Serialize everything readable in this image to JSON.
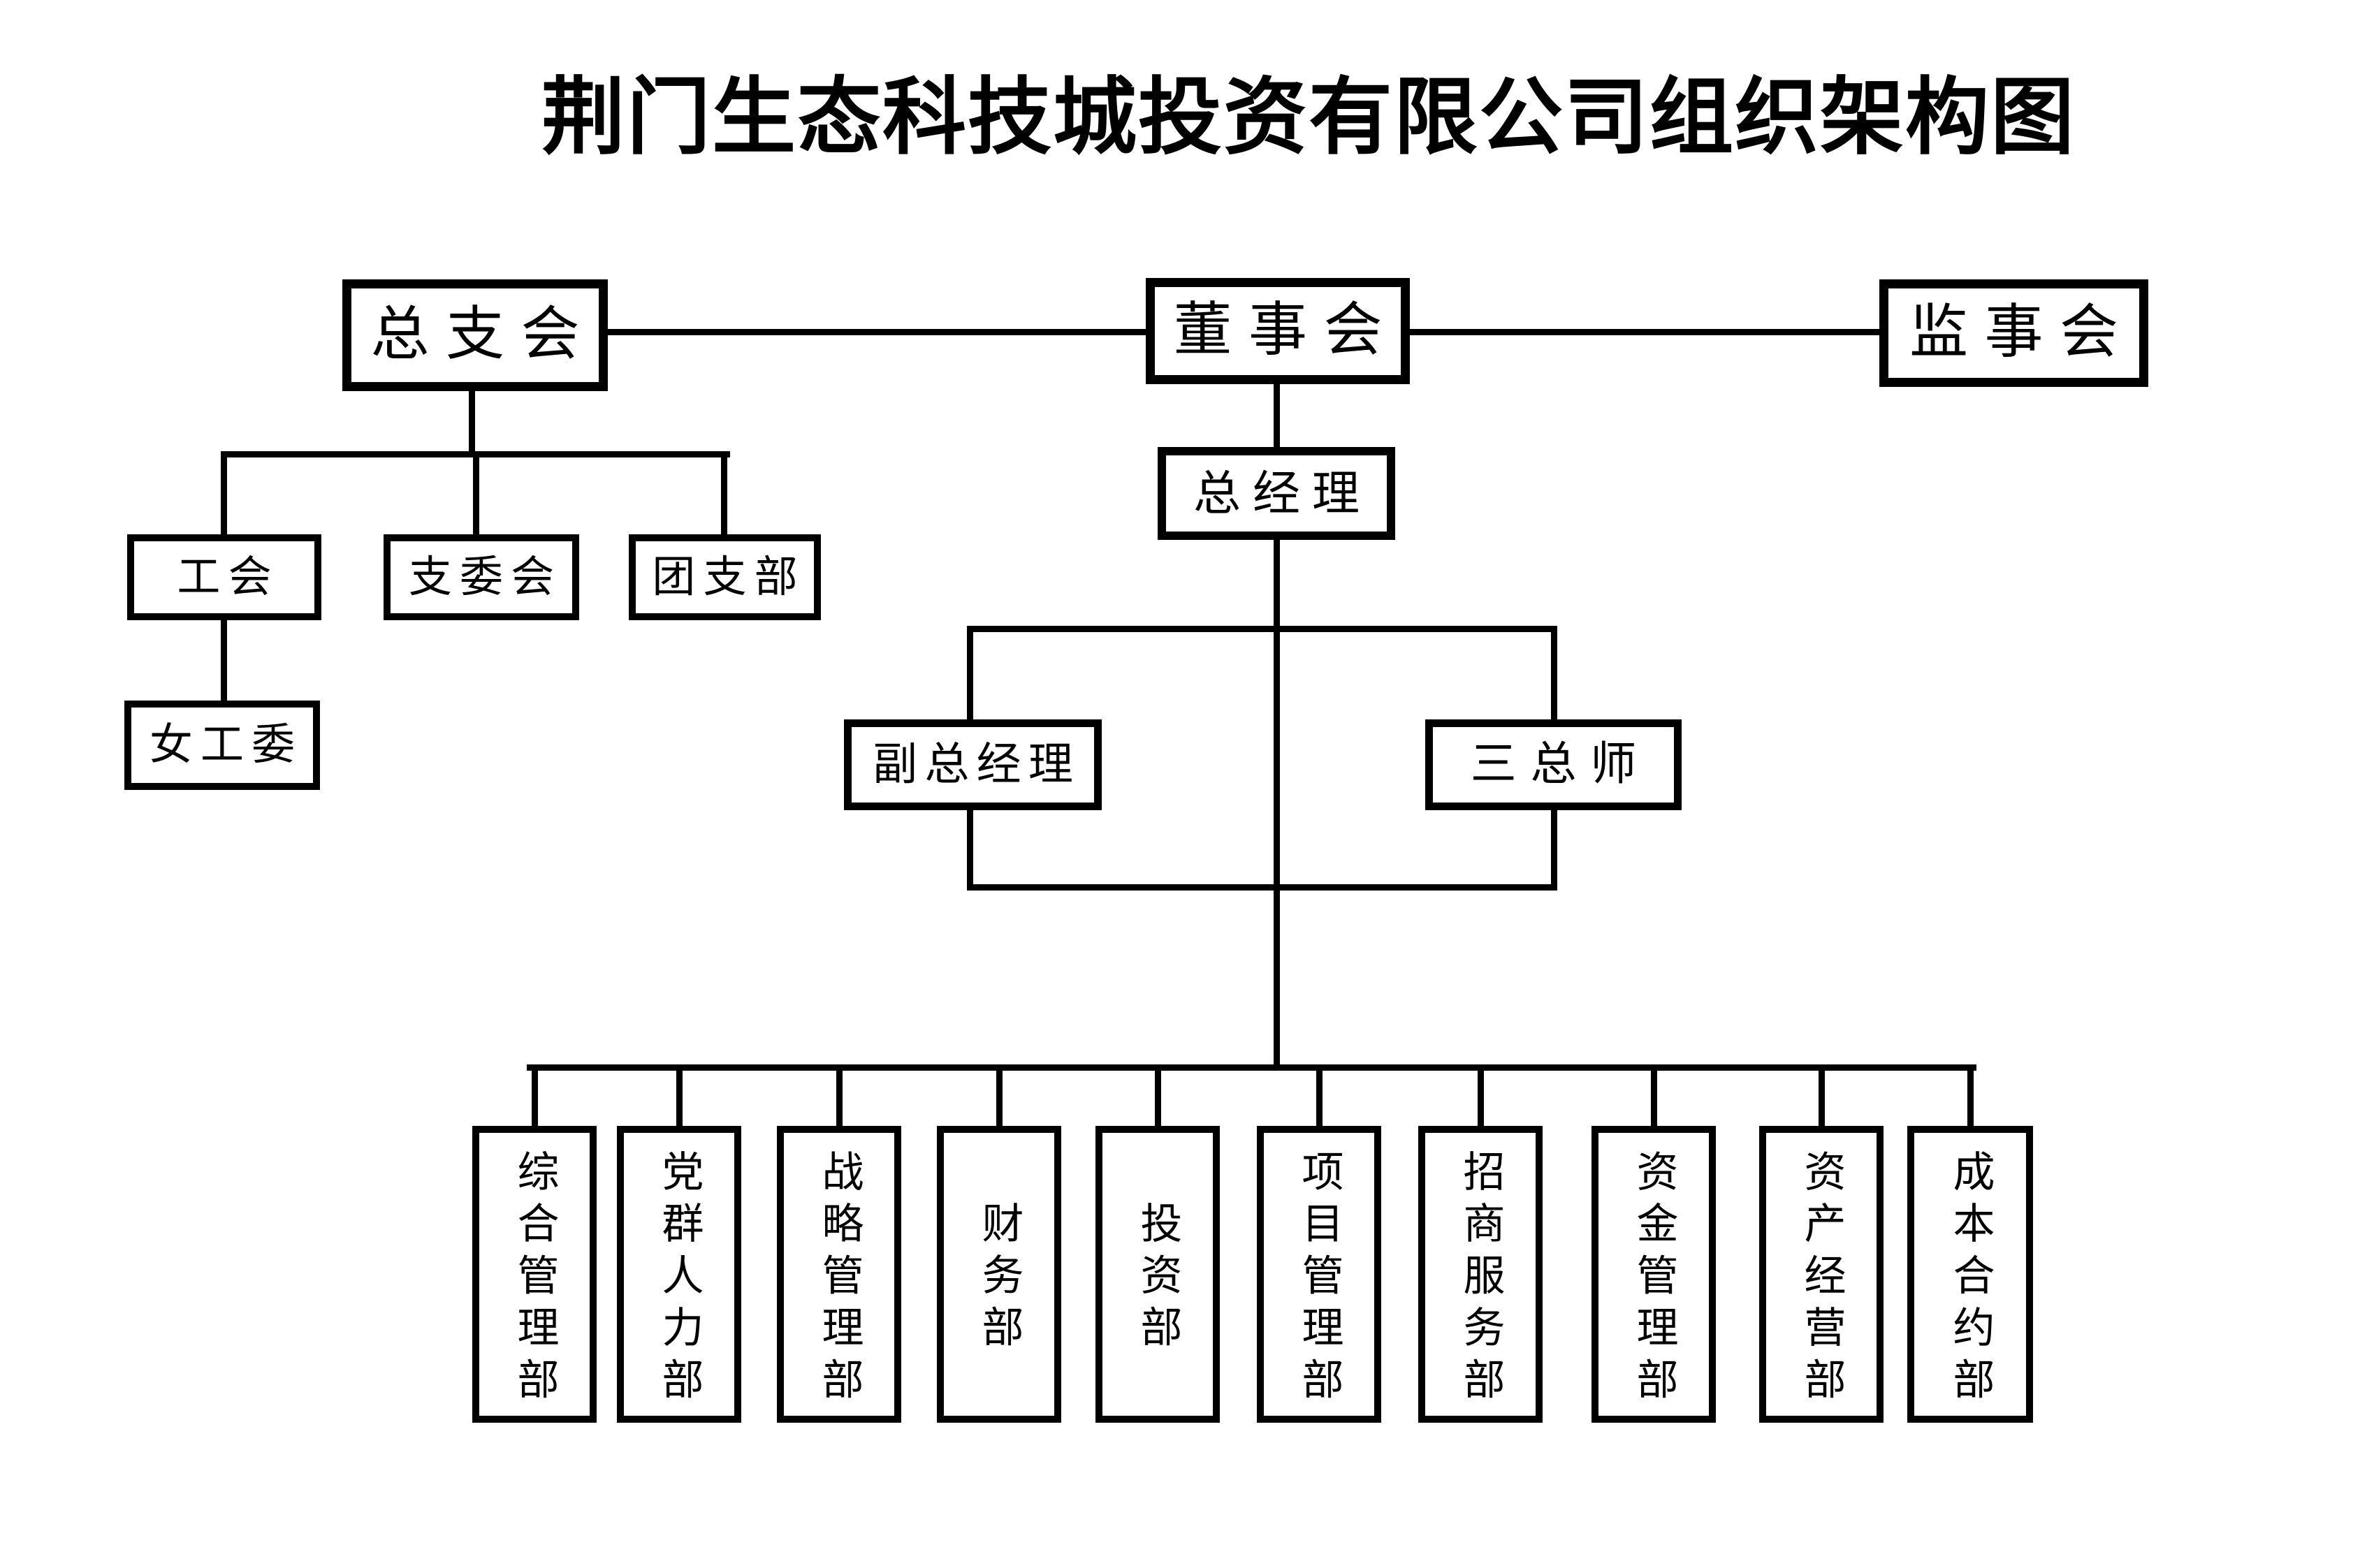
{
  "title": "荆门生态科技城投资有限公司组织架构图",
  "colors": {
    "ink": "#000000",
    "paper": "#ffffff"
  },
  "nodes": {
    "general_branch": "总支会",
    "board": "董事会",
    "supervisors": "监事会",
    "general_manager": "总经理",
    "labor_union": "工会",
    "branch_committee": "支委会",
    "youth_league": "团支部",
    "women_committee": "女工委",
    "deputy_gm": "副总经理",
    "three_chiefs": "三总师"
  },
  "departments": [
    "综合管理部",
    "党群人力部",
    "战略管理部",
    "财务部",
    "投资部",
    "项目管理部",
    "招商服务部",
    "资金管理部",
    "资产经营部",
    "成本合约部"
  ]
}
